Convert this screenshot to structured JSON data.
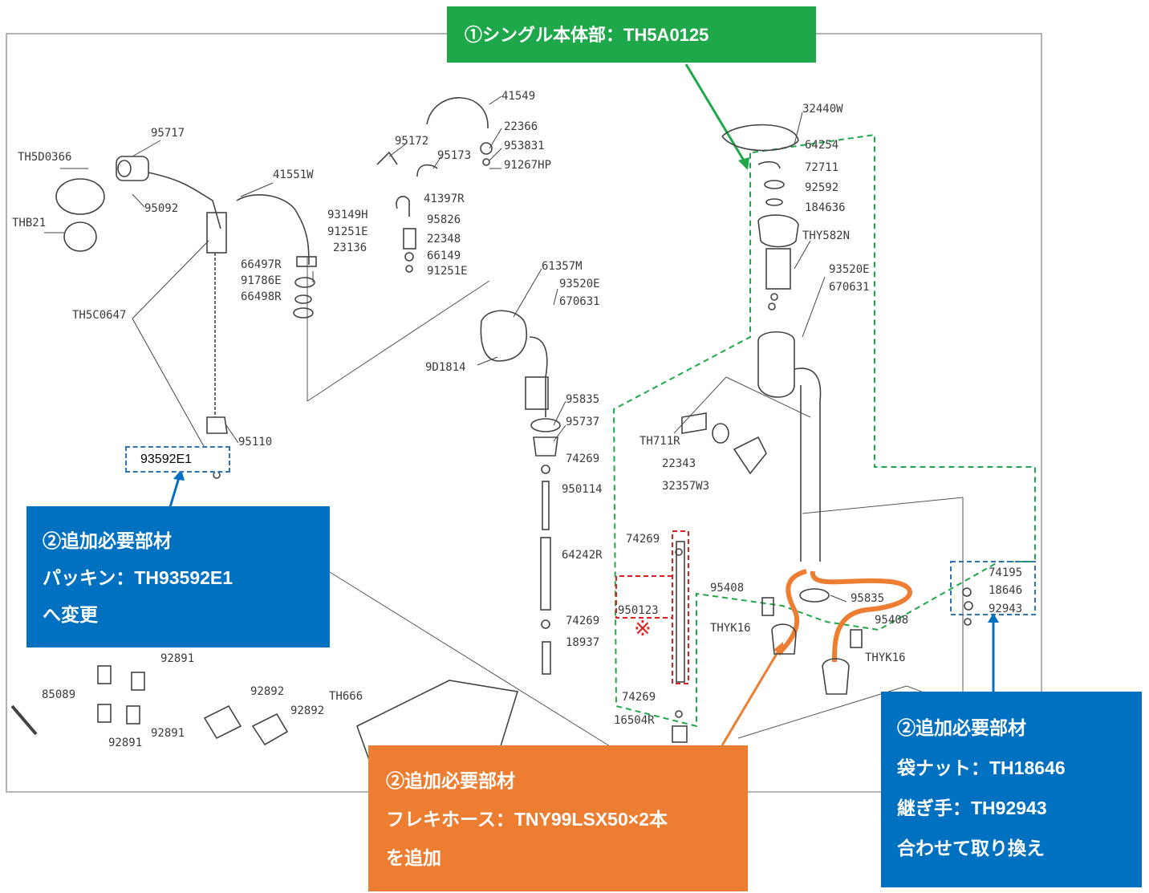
{
  "callouts": {
    "main_body": {
      "line1": "①シングル本体部：TH5A0125"
    },
    "packing": {
      "line1": "②追加必要部材",
      "line2": "パッキン：TH93592E1",
      "line3": "へ変更"
    },
    "hose": {
      "line1": "②追加必要部材",
      "line2": "フレキホース：TNY99LSX50×2本",
      "line3": "を追加"
    },
    "nut": {
      "line1": "②追加必要部材",
      "line2": "袋ナット：TH18646",
      "line3": "継ぎ手：TH92943",
      "line4": "合わせて取り換え"
    }
  },
  "boxed_label": "93592E1",
  "note_mark": "※",
  "colors": {
    "green": "#1fa84a",
    "blue": "#0070c0",
    "orange": "#ed7d31",
    "red": "#e02020",
    "dashed_blue": "#2e75b6"
  },
  "part_labels": {
    "p95717": "95717",
    "pTH5D0366": "TH5D0366",
    "p95092": "95092",
    "pTHB21": "THB21",
    "p41551W": "41551W",
    "pTH5C0647": "TH5C0647",
    "p66497R": "66497R",
    "p91786E": "91786E",
    "p66498R": "66498R",
    "p95110": "95110",
    "p41549": "41549",
    "p22366": "22366",
    "p953831": "953831",
    "p91267HP": "91267HP",
    "p95172": "95172",
    "p95173": "95173",
    "p41397R": "41397R",
    "p93149H": "93149H",
    "p91251E_a": "91251E",
    "p23136": "23136",
    "p95826": "95826",
    "p22348": "22348",
    "p66149": "66149",
    "p91251E_b": "91251E",
    "p61357M": "61357M",
    "p93520E_a": "93520E",
    "p670631_a": "670631",
    "p9D1814": "9D1814",
    "p95835_a": "95835",
    "p95737": "95737",
    "p74269_a": "74269",
    "p950114": "950114",
    "p64242R": "64242R",
    "p74269_b": "74269",
    "p18937": "18937",
    "p32440W": "32440W",
    "p64254": "64254",
    "p72711": "72711",
    "p92592": "92592",
    "p184636": "184636",
    "pTHY582N": "THY582N",
    "p93520E_b": "93520E",
    "p670631_b": "670631",
    "pTH711R": "TH711R",
    "p22343": "22343",
    "p32357W3": "32357W3",
    "p74269_c": "74269",
    "p950123": "950123",
    "p74269_d": "74269",
    "p16504R": "16504R",
    "p95408_a": "95408",
    "pTHYK16_a": "THYK16",
    "p95835_b": "95835",
    "p95408_b": "95408",
    "pTHYK16_b": "THYK16",
    "p74195": "74195",
    "p18646": "18646",
    "p92943": "92943",
    "p92891_a": "92891",
    "p92891_b": "92891",
    "p92891_c": "92891",
    "p85089": "85089",
    "p92892_a": "92892",
    "p92892_b": "92892",
    "pTH666": "TH666"
  }
}
